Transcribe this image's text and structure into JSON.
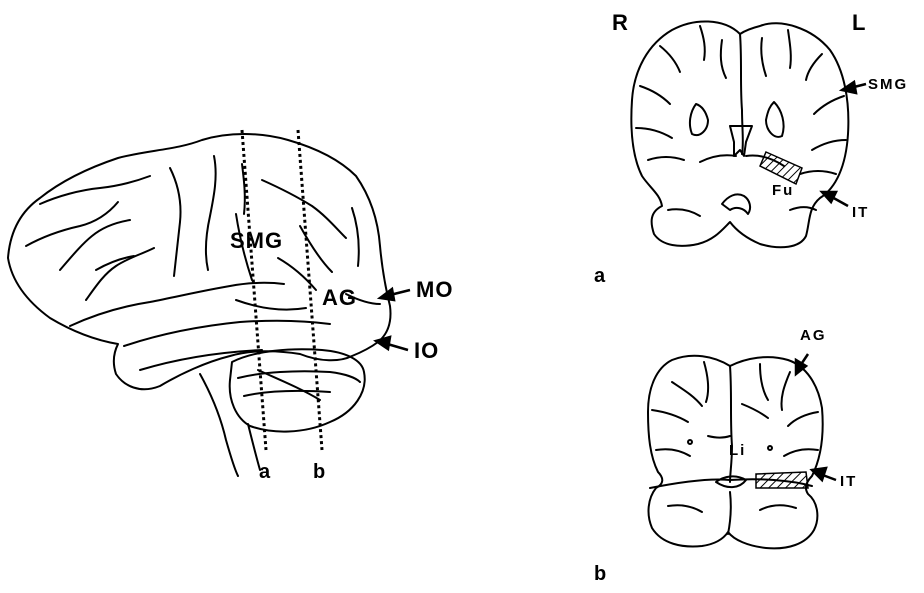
{
  "lateral_view": {
    "labels": {
      "smg": "SMG",
      "ag": "AG",
      "mo": "MO",
      "io": "IO",
      "section_a": "a",
      "section_b": "b"
    }
  },
  "coronal_a": {
    "labels": {
      "right": "R",
      "left": "L",
      "smg": "SMG",
      "fu": "Fu",
      "it": "IT",
      "panel": "a"
    }
  },
  "coronal_b": {
    "labels": {
      "ag": "AG",
      "li": "Li",
      "it": "IT",
      "panel": "b"
    }
  }
}
